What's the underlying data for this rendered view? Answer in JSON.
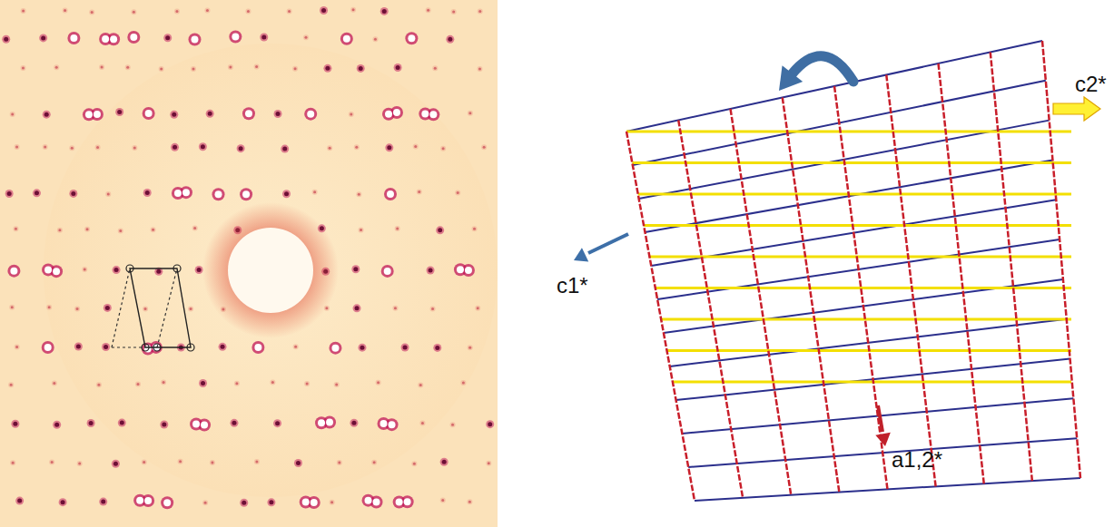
{
  "diagram": {
    "labels": [
      "c2*",
      "c1*",
      "a1,2*"
    ]
  }
}
